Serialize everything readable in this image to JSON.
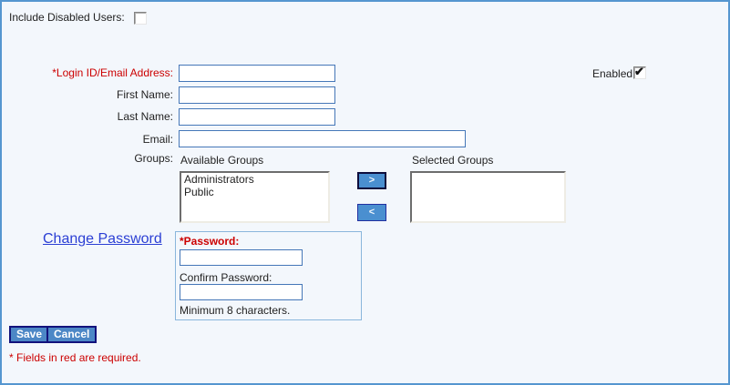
{
  "top": {
    "include_disabled_label": "Include Disabled Users:",
    "include_disabled_checked": false
  },
  "form": {
    "login_label": "*Login ID/Email Address:",
    "login_value": "",
    "enabled_label": "Enabled:",
    "enabled_checked": true,
    "first_name_label": "First Name:",
    "first_name_value": "",
    "last_name_label": "Last Name:",
    "last_name_value": "",
    "email_label": "Email:",
    "email_value": "",
    "groups_label": "Groups:",
    "available_groups_caption": "Available Groups",
    "available_groups": [
      "Administrators",
      "Public"
    ],
    "selected_groups_caption": "Selected Groups",
    "selected_groups": [],
    "add_button_label": ">",
    "remove_button_label": "<"
  },
  "password": {
    "change_password_link": "Change Password",
    "password_label": "*Password:",
    "password_value": "",
    "confirm_label": "Confirm Password:",
    "confirm_value": "",
    "hint": "Minimum 8 characters."
  },
  "actions": {
    "save_label": "Save",
    "cancel_label": "Cancel"
  },
  "footer": {
    "required_note": "* Fields in red are required."
  },
  "colors": {
    "page_background": "#f3f7fc",
    "page_border": "#5596d0",
    "required_red": "#cc0000",
    "link_blue": "#2b3fd4",
    "input_border": "#4577b8",
    "button_background": "#4c87c6",
    "button_border": "#12127c",
    "arrow_button_background": "#4a8fd0"
  }
}
